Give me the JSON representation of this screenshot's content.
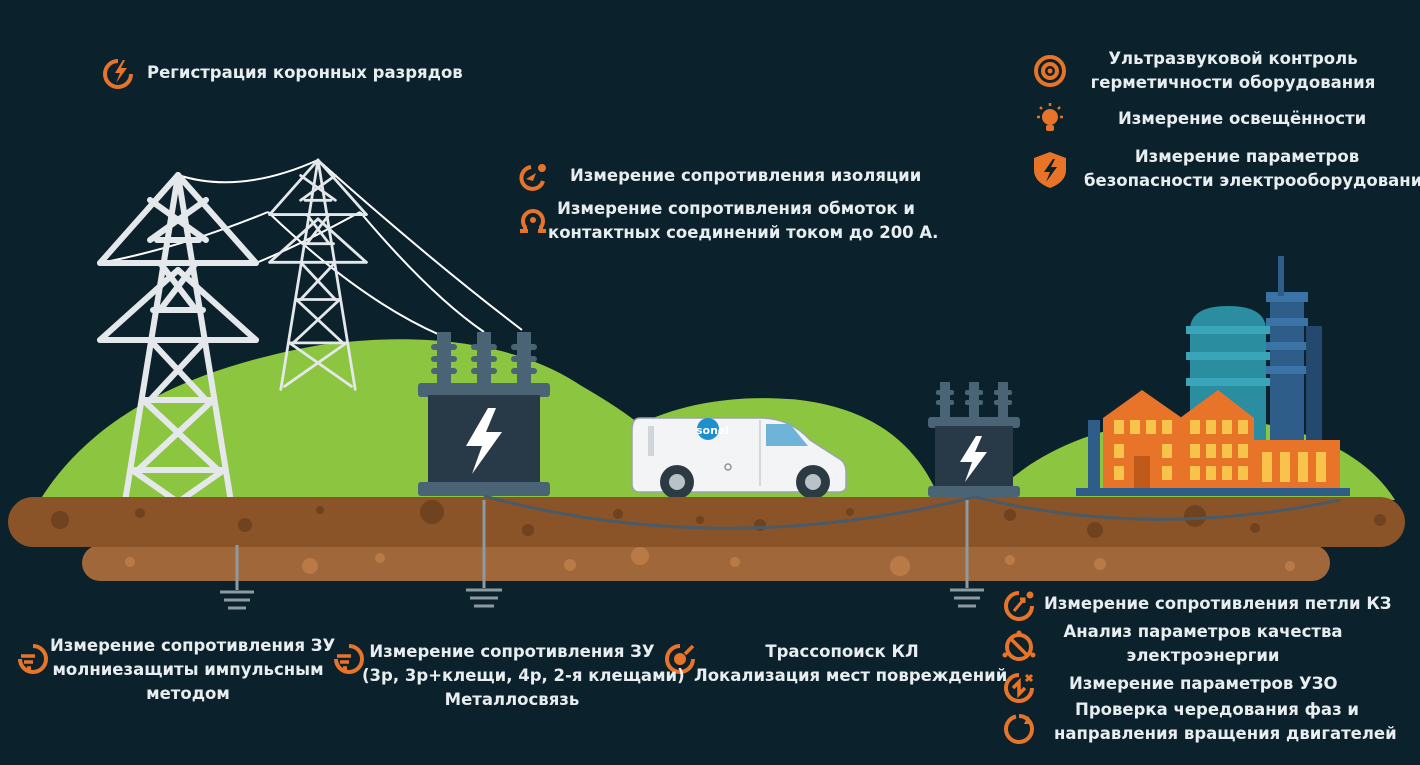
{
  "van_logo": "sonel",
  "labels": {
    "corona": "Регистрация коронных разрядов",
    "insulation": "Измерение сопротивления изоляции",
    "windings_1": "Измерение сопротивления обмоток и",
    "windings_2": "контактных соединений током до 200 А.",
    "ultrasound_1": "Ультразвуковой контроль",
    "ultrasound_2": "герметичности оборудования",
    "illumination": "Измерение освещённости",
    "safety_1": "Измерение параметров",
    "safety_2": "безопасности электрооборудования",
    "lightning_1": "Измерение сопротивления ЗУ",
    "lightning_2": "молниезащиты импульсным",
    "lightning_3": "методом",
    "earth_1": "Измерение сопротивления ЗУ",
    "earth_2": "(3р, 3р+клещи, 4р, 2-я клещами)",
    "earth_3": "Металлосвязь",
    "cable_1": "Трассопоиск КЛ",
    "cable_2": "Локализация мест повреждений",
    "loop": "Измерение сопротивления петли КЗ",
    "quality_1": "Анализ параметров качества",
    "quality_2": "электроэнергии",
    "rcd": "Измерение параметров УЗО",
    "phase_1": "Проверка чередования фаз и",
    "phase_2": "направления вращения двигателей"
  },
  "icons": [
    "corona-icon",
    "insulation-icon",
    "windings-icon",
    "ultrasound-icon",
    "bulb-icon",
    "shield-icon",
    "lightning-earth-icon",
    "earth-icon",
    "cable-locator-icon",
    "loop-icon",
    "power-quality-icon",
    "rcd-icon",
    "phase-rotation-icon"
  ],
  "colors": {
    "background": "#0b212b",
    "accent": "#e8742a",
    "hill": "#8cc540",
    "soil": "#a0683a",
    "text": "#e8edf0"
  }
}
